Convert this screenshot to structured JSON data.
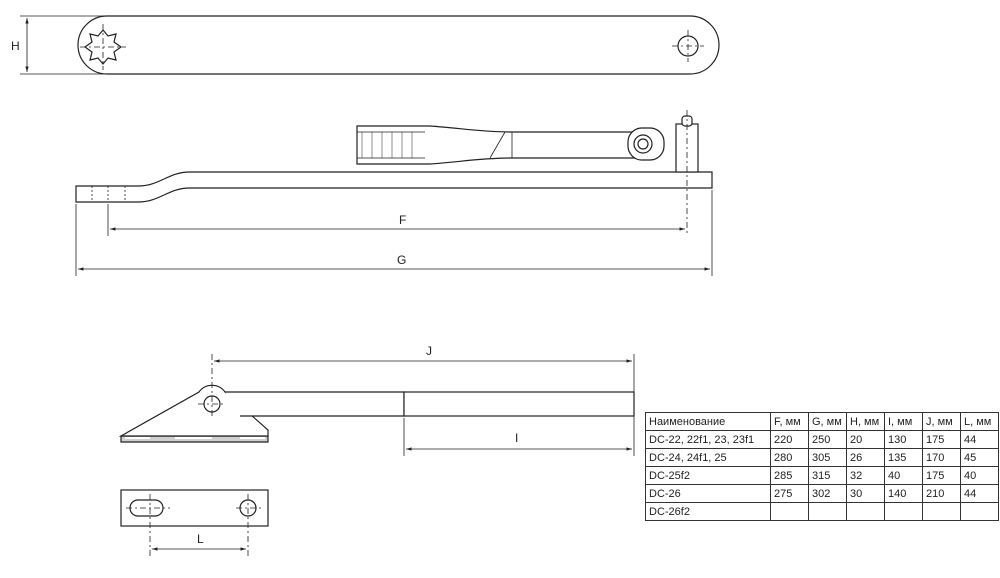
{
  "labels": {
    "H": "H",
    "F": "F",
    "G": "G",
    "J": "J",
    "I": "I",
    "L": "L"
  },
  "table": {
    "headers": [
      "Наименование",
      "F, мм",
      "G, мм",
      "H, мм",
      "I, мм",
      "J, мм",
      "L, мм"
    ],
    "rows": [
      [
        "DC-22, 22f1, 23, 23f1",
        "220",
        "250",
        "20",
        "130",
        "175",
        "44"
      ],
      [
        "DC-24, 24f1, 25",
        "280",
        "305",
        "26",
        "135",
        "170",
        "45"
      ],
      [
        "DC-25f2",
        "285",
        "315",
        "32",
        "40",
        "175",
        "40"
      ],
      [
        "DC-26",
        "275",
        "302",
        "30",
        "140",
        "210",
        "44"
      ],
      [
        "DC-26f2",
        "",
        "",
        "",
        "",
        "",
        ""
      ]
    ]
  }
}
